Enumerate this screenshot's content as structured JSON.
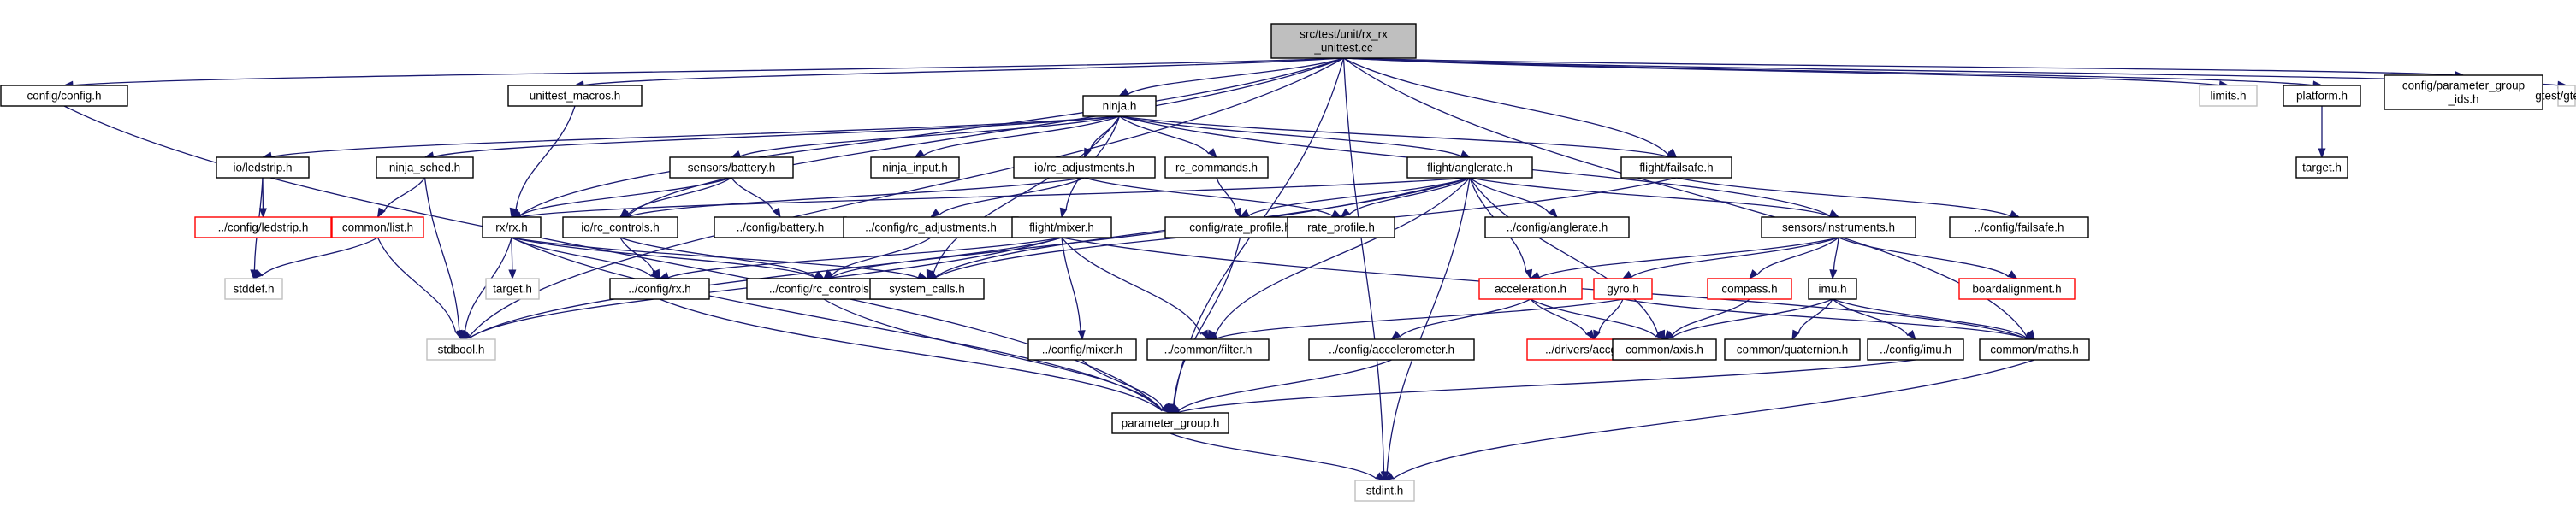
{
  "colors": {
    "root_fill": "#bfbfbf",
    "node_border": "#000000",
    "missing_border": "#bfbfbf",
    "truncated_border": "#ff0000",
    "missing_text": "#808080",
    "edge": "#191970"
  },
  "nodes": [
    {
      "id": "root",
      "lines": [
        "src/test/unit/rx_rx",
        "_unittest.cc"
      ],
      "style": "root"
    },
    {
      "id": "config_config",
      "lines": [
        "config/config.h"
      ],
      "style": "normal"
    },
    {
      "id": "unittest_macros",
      "lines": [
        "unittest_macros.h"
      ],
      "style": "normal"
    },
    {
      "id": "ninja",
      "lines": [
        "ninja.h"
      ],
      "style": "normal"
    },
    {
      "id": "limits",
      "lines": [
        "limits.h"
      ],
      "style": "missing"
    },
    {
      "id": "platform",
      "lines": [
        "platform.h"
      ],
      "style": "normal"
    },
    {
      "id": "param_group_ids",
      "lines": [
        "config/parameter_group",
        "_ids.h"
      ],
      "style": "normal"
    },
    {
      "id": "gtest",
      "lines": [
        "gtest/gtest.h"
      ],
      "style": "missing"
    },
    {
      "id": "target_top",
      "lines": [
        "target.h"
      ],
      "style": "normal"
    },
    {
      "id": "io_ledstrip",
      "lines": [
        "io/ledstrip.h"
      ],
      "style": "normal"
    },
    {
      "id": "ninja_sched",
      "lines": [
        "ninja_sched.h"
      ],
      "style": "normal"
    },
    {
      "id": "sensors_battery",
      "lines": [
        "sensors/battery.h"
      ],
      "style": "normal"
    },
    {
      "id": "ninja_input",
      "lines": [
        "ninja_input.h"
      ],
      "style": "normal"
    },
    {
      "id": "io_rc_adjustments",
      "lines": [
        "io/rc_adjustments.h"
      ],
      "style": "normal"
    },
    {
      "id": "rc_commands",
      "lines": [
        "rc_commands.h"
      ],
      "style": "normal"
    },
    {
      "id": "flight_anglerate",
      "lines": [
        "flight/anglerate.h"
      ],
      "style": "normal"
    },
    {
      "id": "flight_failsafe",
      "lines": [
        "flight/failsafe.h"
      ],
      "style": "normal"
    },
    {
      "id": "config_ledstrip",
      "lines": [
        "../config/ledstrip.h"
      ],
      "style": "truncated"
    },
    {
      "id": "common_list",
      "lines": [
        "common/list.h"
      ],
      "style": "truncated"
    },
    {
      "id": "rx_rx",
      "lines": [
        "rx/rx.h"
      ],
      "style": "normal"
    },
    {
      "id": "io_rc_controls",
      "lines": [
        "io/rc_controls.h"
      ],
      "style": "normal"
    },
    {
      "id": "config_battery",
      "lines": [
        "../config/battery.h"
      ],
      "style": "normal"
    },
    {
      "id": "config_rc_adjustments",
      "lines": [
        "../config/rc_adjustments.h"
      ],
      "style": "normal"
    },
    {
      "id": "config_rate_profile",
      "lines": [
        "config/rate_profile.h"
      ],
      "style": "normal"
    },
    {
      "id": "rate_profile",
      "lines": [
        "rate_profile.h"
      ],
      "style": "normal"
    },
    {
      "id": "config_anglerate",
      "lines": [
        "../config/anglerate.h"
      ],
      "style": "normal"
    },
    {
      "id": "sensors_instruments",
      "lines": [
        "sensors/instruments.h"
      ],
      "style": "normal"
    },
    {
      "id": "config_failsafe",
      "lines": [
        "../config/failsafe.h"
      ],
      "style": "normal"
    },
    {
      "id": "flight_mixer",
      "lines": [
        "flight/mixer.h"
      ],
      "style": "normal"
    },
    {
      "id": "stddef",
      "lines": [
        "stddef.h"
      ],
      "style": "missing"
    },
    {
      "id": "target_mid",
      "lines": [
        "target.h"
      ],
      "style": "missing"
    },
    {
      "id": "config_rx",
      "lines": [
        "../config/rx.h"
      ],
      "style": "normal"
    },
    {
      "id": "config_rc_controls",
      "lines": [
        "../config/rc_controls.h"
      ],
      "style": "normal"
    },
    {
      "id": "system_calls",
      "lines": [
        "system_calls.h"
      ],
      "style": "normal"
    },
    {
      "id": "acceleration",
      "lines": [
        "acceleration.h"
      ],
      "style": "truncated"
    },
    {
      "id": "gyro",
      "lines": [
        "gyro.h"
      ],
      "style": "truncated"
    },
    {
      "id": "compass",
      "lines": [
        "compass.h"
      ],
      "style": "truncated"
    },
    {
      "id": "imu",
      "lines": [
        "imu.h"
      ],
      "style": "normal"
    },
    {
      "id": "boardalignment",
      "lines": [
        "boardalignment.h"
      ],
      "style": "truncated"
    },
    {
      "id": "stdbool",
      "lines": [
        "stdbool.h"
      ],
      "style": "missing"
    },
    {
      "id": "config_mixer",
      "lines": [
        "../config/mixer.h"
      ],
      "style": "normal"
    },
    {
      "id": "common_filter",
      "lines": [
        "../common/filter.h"
      ],
      "style": "normal"
    },
    {
      "id": "config_accelerometer",
      "lines": [
        "../config/accelerometer.h"
      ],
      "style": "normal"
    },
    {
      "id": "drivers_accgyro",
      "lines": [
        "../drivers/accgyro.h"
      ],
      "style": "truncated"
    },
    {
      "id": "common_axis",
      "lines": [
        "common/axis.h"
      ],
      "style": "normal"
    },
    {
      "id": "common_quaternion",
      "lines": [
        "common/quaternion.h"
      ],
      "style": "normal"
    },
    {
      "id": "config_imu",
      "lines": [
        "../config/imu.h"
      ],
      "style": "normal"
    },
    {
      "id": "common_maths",
      "lines": [
        "common/maths.h"
      ],
      "style": "normal"
    },
    {
      "id": "parameter_group",
      "lines": [
        "parameter_group.h"
      ],
      "style": "normal"
    },
    {
      "id": "stdint",
      "lines": [
        "stdint.h"
      ],
      "style": "missing"
    }
  ],
  "edges": [
    [
      "root",
      "config_config"
    ],
    [
      "root",
      "unittest_macros"
    ],
    [
      "root",
      "ninja"
    ],
    [
      "root",
      "limits"
    ],
    [
      "root",
      "platform"
    ],
    [
      "root",
      "param_group_ids"
    ],
    [
      "root",
      "gtest"
    ],
    [
      "root",
      "rx_rx"
    ],
    [
      "root",
      "io_rc_controls"
    ],
    [
      "root",
      "flight_failsafe"
    ],
    [
      "root",
      "common_maths"
    ],
    [
      "root",
      "parameter_group"
    ],
    [
      "root",
      "stdint"
    ],
    [
      "root",
      "stdbool"
    ],
    [
      "platform",
      "target_top"
    ],
    [
      "config_config",
      "parameter_group"
    ],
    [
      "unittest_macros",
      "rx_rx"
    ],
    [
      "ninja",
      "io_ledstrip"
    ],
    [
      "ninja",
      "ninja_sched"
    ],
    [
      "ninja",
      "sensors_battery"
    ],
    [
      "ninja",
      "ninja_input"
    ],
    [
      "ninja",
      "io_rc_adjustments"
    ],
    [
      "ninja",
      "rc_commands"
    ],
    [
      "ninja",
      "flight_anglerate"
    ],
    [
      "ninja",
      "flight_failsafe"
    ],
    [
      "ninja",
      "sensors_instruments"
    ],
    [
      "ninja",
      "flight_mixer"
    ],
    [
      "ninja",
      "system_calls"
    ],
    [
      "io_ledstrip",
      "config_ledstrip"
    ],
    [
      "io_ledstrip",
      "stddef"
    ],
    [
      "ninja_sched",
      "common_list"
    ],
    [
      "ninja_sched",
      "stdbool"
    ],
    [
      "common_list",
      "stddef"
    ],
    [
      "common_list",
      "stdbool"
    ],
    [
      "sensors_battery",
      "io_rc_controls"
    ],
    [
      "sensors_battery",
      "config_battery"
    ],
    [
      "sensors_battery",
      "rx_rx"
    ],
    [
      "io_rc_adjustments",
      "io_rc_controls"
    ],
    [
      "io_rc_adjustments",
      "config_rc_adjustments"
    ],
    [
      "io_rc_adjustments",
      "rate_profile"
    ],
    [
      "rc_commands",
      "config_rate_profile"
    ],
    [
      "flight_anglerate",
      "rx_rx"
    ],
    [
      "flight_anglerate",
      "config_rate_profile"
    ],
    [
      "flight_anglerate",
      "rate_profile"
    ],
    [
      "flight_anglerate",
      "config_anglerate"
    ],
    [
      "flight_anglerate",
      "sensors_instruments"
    ],
    [
      "flight_anglerate",
      "acceleration"
    ],
    [
      "flight_anglerate",
      "common_axis"
    ],
    [
      "flight_anglerate",
      "common_filter"
    ],
    [
      "flight_anglerate",
      "stdbool"
    ],
    [
      "flight_anglerate",
      "stdint"
    ],
    [
      "flight_anglerate",
      "system_calls"
    ],
    [
      "flight_failsafe",
      "config_failsafe"
    ],
    [
      "flight_failsafe",
      "system_calls"
    ],
    [
      "rx_rx",
      "target_mid"
    ],
    [
      "rx_rx",
      "config_rx"
    ],
    [
      "rx_rx",
      "config_rc_controls"
    ],
    [
      "rx_rx",
      "system_calls"
    ],
    [
      "rx_rx",
      "stdbool"
    ],
    [
      "rx_rx",
      "parameter_group"
    ],
    [
      "io_rc_controls",
      "config_rx"
    ],
    [
      "io_rc_controls",
      "config_rc_controls"
    ],
    [
      "config_rc_adjustments",
      "config_rc_controls"
    ],
    [
      "config_rate_profile",
      "parameter_group"
    ],
    [
      "flight_mixer",
      "config_rx"
    ],
    [
      "flight_mixer",
      "config_rc_controls"
    ],
    [
      "flight_mixer",
      "config_mixer"
    ],
    [
      "flight_mixer",
      "common_filter"
    ],
    [
      "flight_mixer",
      "common_maths"
    ],
    [
      "flight_mixer",
      "stdbool"
    ],
    [
      "sensors_instruments",
      "acceleration"
    ],
    [
      "sensors_instruments",
      "gyro"
    ],
    [
      "sensors_instruments",
      "compass"
    ],
    [
      "sensors_instruments",
      "imu"
    ],
    [
      "sensors_instruments",
      "boardalignment"
    ],
    [
      "acceleration",
      "config_accelerometer"
    ],
    [
      "acceleration",
      "drivers_accgyro"
    ],
    [
      "acceleration",
      "common_axis"
    ],
    [
      "gyro",
      "drivers_accgyro"
    ],
    [
      "gyro",
      "common_filter"
    ],
    [
      "gyro",
      "common_maths"
    ],
    [
      "compass",
      "common_axis"
    ],
    [
      "imu",
      "common_axis"
    ],
    [
      "imu",
      "common_quaternion"
    ],
    [
      "imu",
      "config_imu"
    ],
    [
      "imu",
      "common_maths"
    ],
    [
      "config_imu",
      "parameter_group"
    ],
    [
      "config_rx",
      "parameter_group"
    ],
    [
      "config_rc_controls",
      "parameter_group"
    ],
    [
      "config_mixer",
      "parameter_group"
    ],
    [
      "config_accelerometer",
      "parameter_group"
    ],
    [
      "common_maths",
      "stdint"
    ],
    [
      "parameter_group",
      "stdint"
    ]
  ]
}
